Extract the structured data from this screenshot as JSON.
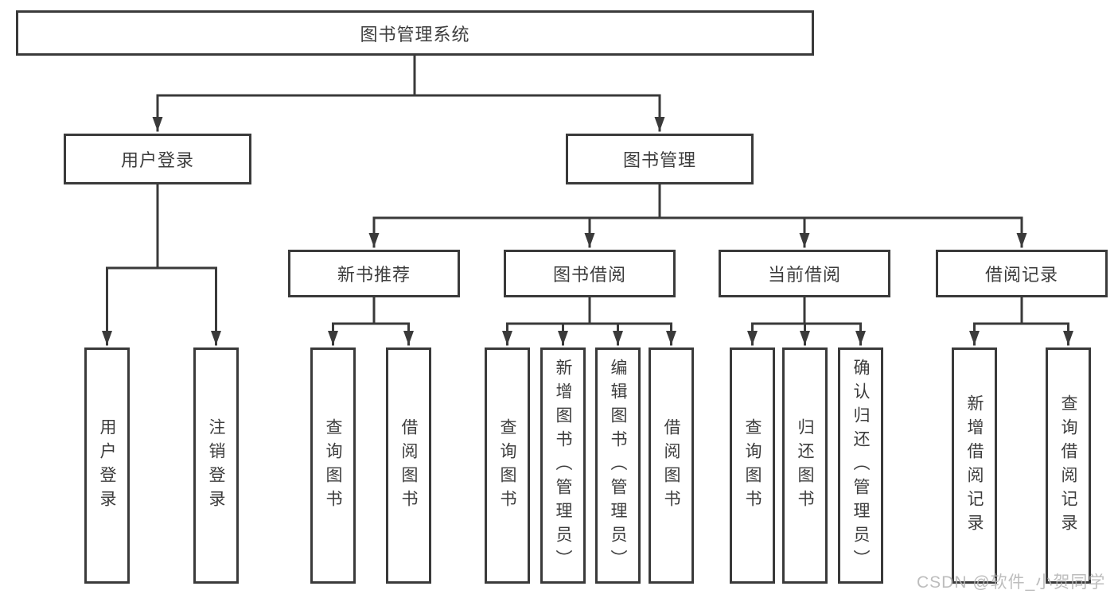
{
  "tree": {
    "root": "图书管理系统",
    "user_login": {
      "label": "用户登录",
      "children": [
        "用户登录",
        "注销登录"
      ]
    },
    "book_mgmt": {
      "label": "图书管理",
      "sections": [
        {
          "label": "新书推荐",
          "children": [
            "查询图书",
            "借阅图书"
          ]
        },
        {
          "label": "图书借阅",
          "children": [
            "查询图书",
            "新增图书（管理员）",
            "编辑图书（管理员）",
            "借阅图书"
          ]
        },
        {
          "label": "当前借阅",
          "children": [
            "查询图书",
            "归还图书",
            "确认归还（管理员）"
          ]
        },
        {
          "label": "借阅记录",
          "children": [
            "新增借阅记录",
            "查询借阅记录"
          ]
        }
      ]
    }
  },
  "colors": {
    "line": "#3a3a3a",
    "text": "#3d3d3d",
    "watermark": "#b5b5b5",
    "background": "#ffffff"
  },
  "watermark": "CSDN @软件_小贺同学"
}
